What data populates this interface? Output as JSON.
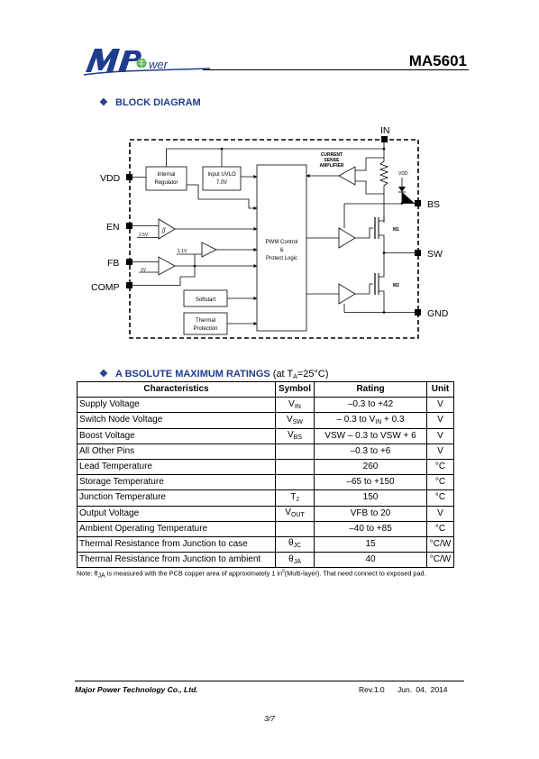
{
  "header": {
    "logo_text": "MPower",
    "part_number": "MA5601"
  },
  "sections": {
    "block_diagram": {
      "bullet": "❖",
      "title": "BLOCK DIAGRAM"
    },
    "abs_max": {
      "bullet": "❖",
      "title": "A BSOLUTE MAXIMUM RATINGS",
      "condition_prefix": "(at T",
      "condition_sub": "A",
      "condition_suffix": "=25°C)"
    }
  },
  "diagram": {
    "pins": {
      "in": "IN",
      "vdd": "VDD",
      "en": "EN",
      "fb": "FB",
      "comp": "COMP",
      "bs": "BS",
      "sw": "SW",
      "gnd": "GND"
    },
    "blocks": {
      "regulator": [
        "Internal",
        "Regulator"
      ],
      "uvlo": [
        "Input UVLO",
        "7.0V"
      ],
      "pwm": [
        "PWM Control",
        "&",
        "Protect Logic"
      ],
      "softstart": "Softstart",
      "thermal": [
        "Thermal",
        "Protection"
      ],
      "current_sense": [
        "CURRENT",
        "SENSE",
        "AMPLIFIER"
      ]
    },
    "labels": {
      "v25": "2.5V",
      "v11": "1.1V",
      "v1": "1V",
      "vdd_small": "VDD",
      "m1": "M1",
      "m2": "M2"
    }
  },
  "table": {
    "headers": [
      "Characteristics",
      "Symbol",
      "Rating",
      "Unit"
    ],
    "rows": [
      {
        "char": "Supply Voltage",
        "sym": "V",
        "sym_sub": "IN",
        "rating": "–0.3 to +42",
        "unit": "V"
      },
      {
        "char": "Switch Node Voltage",
        "sym": "V",
        "sym_sub": "SW",
        "rating": "– 0.3 to V",
        "rating_sub": "IN",
        "rating_tail": " + 0.3",
        "unit": "V"
      },
      {
        "char": "Boost Voltage",
        "sym": "V",
        "sym_sub": "BS",
        "rating": "VSW – 0.3 to VSW + 6",
        "unit": "V"
      },
      {
        "char": "All Other Pins",
        "sym": "",
        "rating": "–0.3 to +6",
        "unit": "V"
      },
      {
        "char": "Lead Temperature",
        "sym": "",
        "rating": "260",
        "unit": "°C"
      },
      {
        "char": "Storage Temperature",
        "sym": "",
        "rating": "–65 to +150",
        "unit": "°C"
      },
      {
        "char": "Junction Temperature",
        "sym": "T",
        "sym_sub": "J",
        "rating": "150",
        "unit": "°C"
      },
      {
        "char": "Output Voltage",
        "sym": "V",
        "sym_sub": "OUT",
        "rating": "VFB to 20",
        "unit": "V"
      },
      {
        "char": "Ambient Operating Temperature",
        "sym": "",
        "rating": "–40 to +85",
        "unit": "°C"
      },
      {
        "char": "Thermal Resistance from Junction to case",
        "sym": "θ",
        "sym_sub": "JC",
        "rating": "15",
        "unit": "°C/W"
      },
      {
        "char": "Thermal Resistance from Junction to ambient",
        "sym": "θ",
        "sym_sub": "JA",
        "rating": "40",
        "unit": "°C/W"
      }
    ],
    "note_prefix": "Note: θ",
    "note_sub": "JA",
    "note_mid": " is measured with the PCB copper area of approximately 1 in",
    "note_sup": "2",
    "note_suffix": "(Multi-layer). That need connect to exposed pad."
  },
  "footer": {
    "company": "Major Power Technology Co., Ltd.",
    "rev": "Rev.1.0",
    "date": "Jun. 04, 2014",
    "page": "3/7"
  },
  "colors": {
    "brand_blue": "#1f3c8f",
    "logo_green": "#4caf50"
  }
}
